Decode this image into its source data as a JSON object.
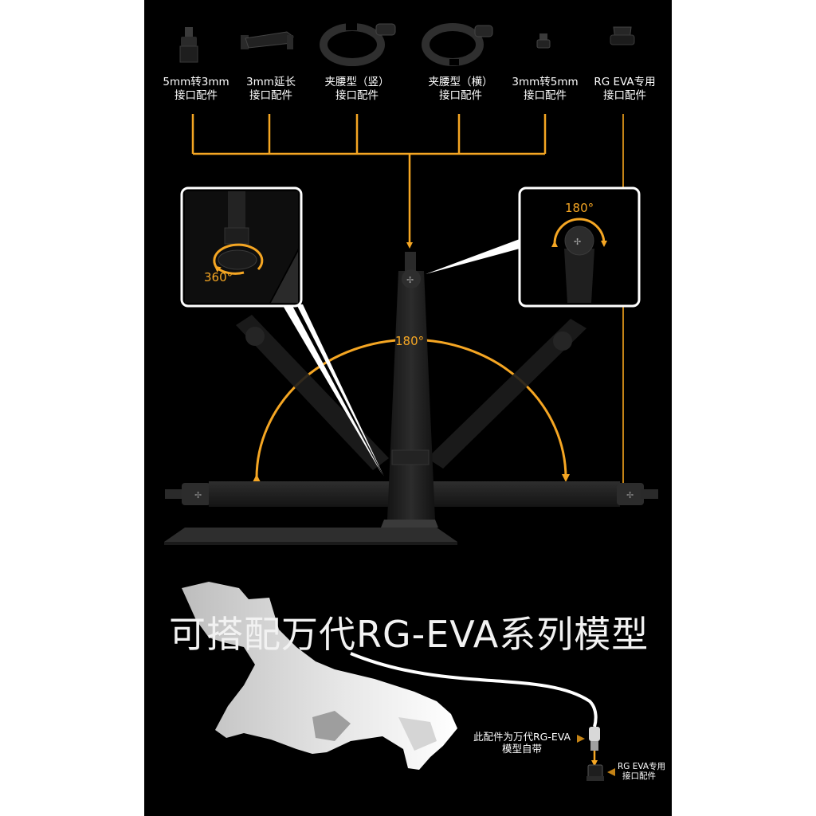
{
  "parts": [
    {
      "icon": "peg-adapter-icon",
      "line1": "5mm转3mm",
      "line2": "接口配件"
    },
    {
      "icon": "extension-arm-icon",
      "line1": "3mm延长",
      "line2": "接口配件"
    },
    {
      "icon": "waist-clamp-vertical-icon",
      "line1": "夹腰型（竖）",
      "line2": "接口配件"
    },
    {
      "icon": "waist-clamp-horizontal-icon",
      "line1": "夹腰型（横）",
      "line2": "接口配件"
    },
    {
      "icon": "small-peg-icon",
      "line1": "3mm转5mm",
      "line2": "接口配件"
    },
    {
      "icon": "rg-eva-socket-icon",
      "line1": "RG EVA专用",
      "line2": "接口配件"
    }
  ],
  "angles": {
    "base_rotation": "360°",
    "head_tilt": "180°",
    "arm_swing": "180°"
  },
  "headline": "可搭配万代RG-EVA系列模型",
  "note": {
    "line1": "此配件为万代RG-EVA",
    "line2": "模型自带"
  },
  "socket_label": {
    "line1": "RG EVA专用",
    "line2": "接口配件"
  },
  "colors": {
    "background": "#000000",
    "accent": "#f5a623",
    "callout_border": "#ffffff",
    "stand": "#1c1c1c"
  }
}
